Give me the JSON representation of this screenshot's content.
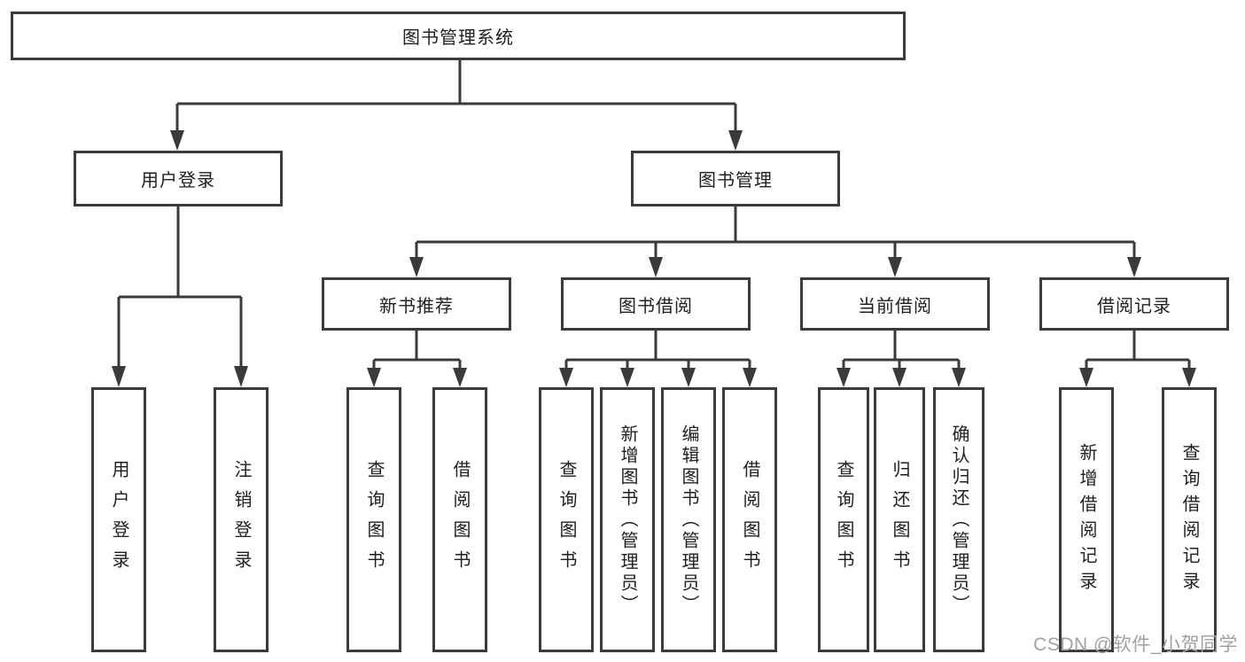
{
  "diagram": {
    "title": "图书管理系统",
    "watermark": "CSDN @软件_小贺同学",
    "colors": {
      "line": "#3a3a3a",
      "box_border": "#3b3b3b",
      "box_fill": "#ffffff",
      "text": "#1f1f1f",
      "watermark": "#a0a0a5"
    },
    "nodes": {
      "root": {
        "label": "图书管理系统"
      },
      "level2": [
        {
          "label": "用户登录"
        },
        {
          "label": "图书管理"
        }
      ],
      "level3": [
        {
          "label": "新书推荐",
          "parent": "图书管理"
        },
        {
          "label": "图书借阅",
          "parent": "图书管理"
        },
        {
          "label": "当前借阅",
          "parent": "图书管理"
        },
        {
          "label": "借阅记录",
          "parent": "图书管理"
        }
      ],
      "leaves": [
        {
          "label": "用户登录",
          "parent": "用户登录"
        },
        {
          "label": "注销登录",
          "parent": "用户登录"
        },
        {
          "label": "查询图书",
          "parent": "新书推荐"
        },
        {
          "label": "借阅图书",
          "parent": "新书推荐"
        },
        {
          "label": "查询图书",
          "parent": "图书借阅"
        },
        {
          "label": "新增图书（管理员）",
          "parent": "图书借阅"
        },
        {
          "label": "编辑图书（管理员）",
          "parent": "图书借阅"
        },
        {
          "label": "借阅图书",
          "parent": "图书借阅"
        },
        {
          "label": "查询图书",
          "parent": "当前借阅"
        },
        {
          "label": "归还图书",
          "parent": "当前借阅"
        },
        {
          "label": "确认归还（管理员）",
          "parent": "当前借阅"
        },
        {
          "label": "新增借阅记录",
          "parent": "借阅记录"
        },
        {
          "label": "查询借阅记录",
          "parent": "借阅记录"
        }
      ]
    }
  }
}
